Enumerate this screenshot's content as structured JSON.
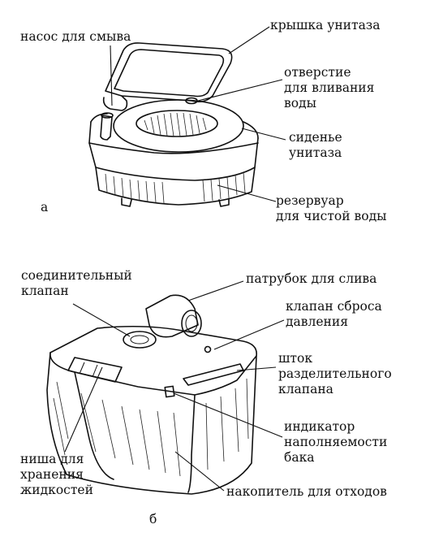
{
  "figure_a": {
    "caption": "а",
    "labels": {
      "flush_pump": "насос для смыва",
      "lid": "крышка унитаза",
      "water_inlet": "отверстие\nдля вливания\nводы",
      "seat": "сиденье\nунитаза",
      "fresh_tank": "резервуар\nдля чистой воды"
    }
  },
  "figure_b": {
    "caption": "б",
    "labels": {
      "connect_valve": "соединительный\nклапан",
      "drain_spout": "патрубок для слива",
      "pressure_valve": "клапан сброса\nдавления",
      "slide_valve_rod": "шток\nразделительного\nклапана",
      "fill_indicator": "индикатор\nнаполняемости\nбака",
      "liquid_niche": "ниша для\nхранения\nжидкостей",
      "waste_tank": "накопитель для отходов"
    }
  }
}
